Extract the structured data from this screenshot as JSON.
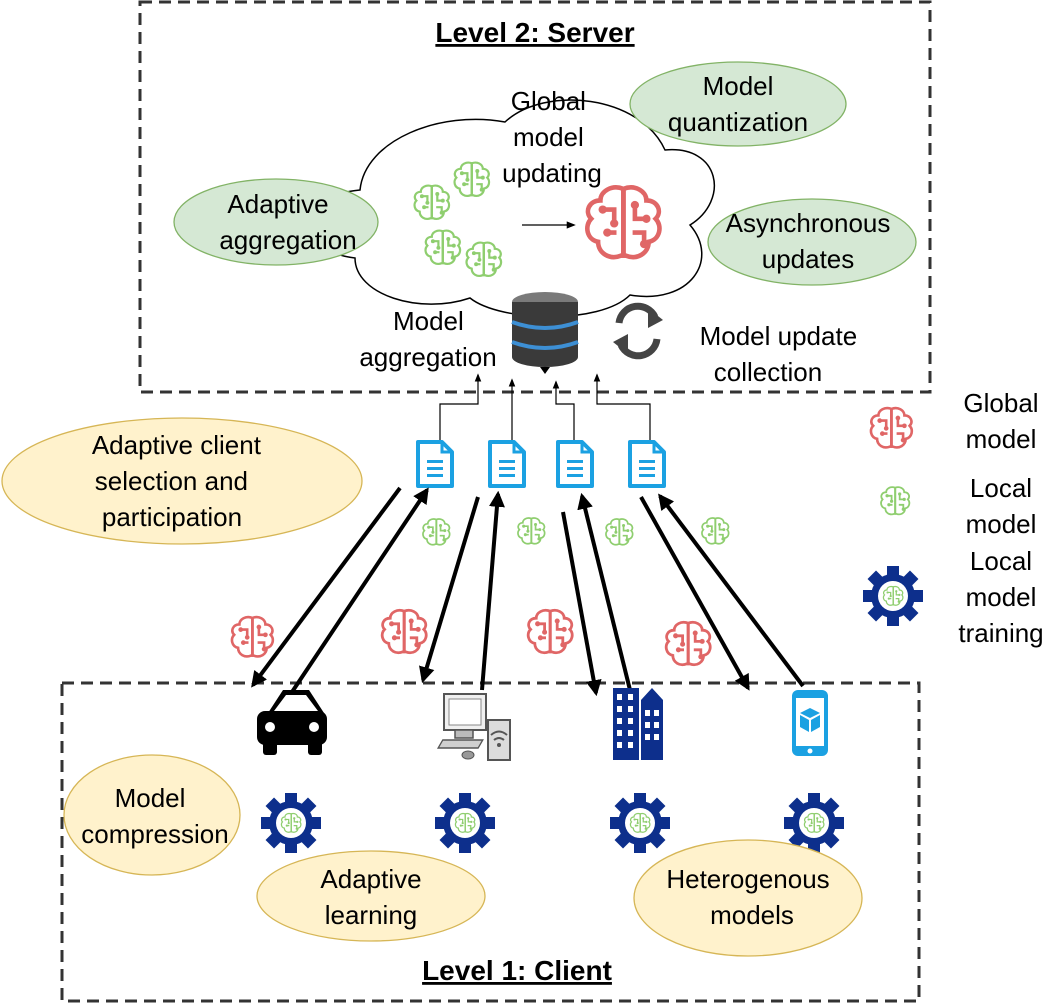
{
  "server_box": {
    "title": "Level 2: Server "
  },
  "client_box": {
    "title": "Level 1: Client"
  },
  "cloud": {
    "global_updating": [
      "Global",
      "model",
      "updating"
    ]
  },
  "server_features": {
    "adaptive_aggregation": [
      "Adaptive",
      "aggregation"
    ],
    "model_quantization": [
      "Model",
      "quantization"
    ],
    "asynchronous_updates": [
      "Asynchronous",
      "updates"
    ]
  },
  "server_labels": {
    "model_aggregation": [
      "Model",
      "aggregation"
    ],
    "model_update_collection": [
      "Model update",
      "collection"
    ]
  },
  "client_features": {
    "adaptive_client_selection": [
      "Adaptive client",
      "selection and",
      "participation"
    ],
    "model_compression": [
      "Model",
      "compression"
    ],
    "adaptive_learning": [
      "Adaptive",
      "learning"
    ],
    "heterogenous_models": [
      "Heterogenous",
      "models"
    ]
  },
  "legend": {
    "global_model": [
      "Global",
      "model"
    ],
    "local_model": [
      "Local",
      "model"
    ],
    "local_training": [
      "Local",
      "model",
      "training"
    ]
  },
  "clients": [
    {
      "icon": "car-icon"
    },
    {
      "icon": "computer-icon"
    },
    {
      "icon": "building-icon"
    },
    {
      "icon": "smartphone-icon"
    }
  ],
  "colors": {
    "feature_green_fill": "#d5e8d4",
    "feature_green_stroke": "#82b366",
    "feature_yellow_fill": "#fff2cc",
    "feature_yellow_stroke": "#d6b656",
    "global_brain": "#e06666",
    "local_brain": "#8fce6f",
    "gear": "#0d2f8c",
    "document": "#1ba1e2"
  }
}
